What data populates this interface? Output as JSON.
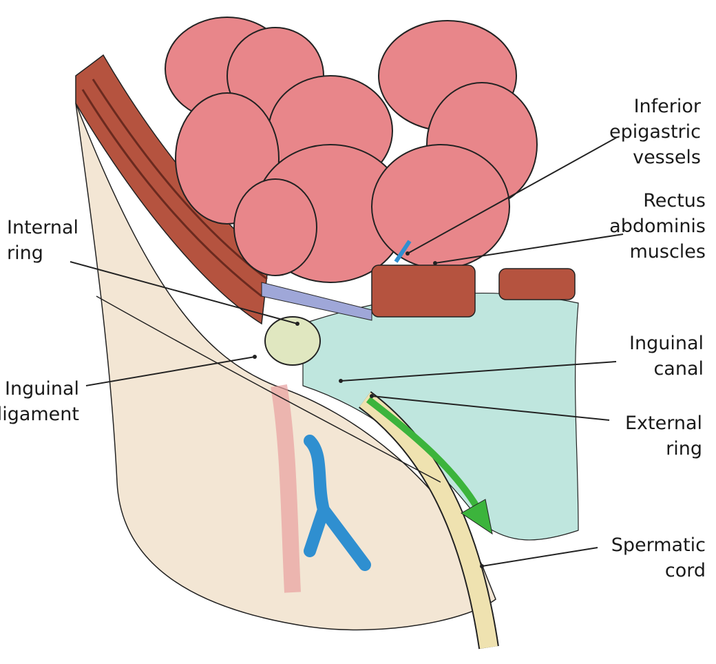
{
  "labels": {
    "inferior_epigastric": [
      "Inferior",
      "epigastric",
      "vessels"
    ],
    "rectus": [
      "Rectus",
      "abdominis",
      "muscles"
    ],
    "internal_ring": [
      "Internal",
      "ring"
    ],
    "inguinal_ligament": [
      "Inguinal",
      "ligament"
    ],
    "inguinal_canal": [
      "Inguinal",
      "canal"
    ],
    "external_ring": [
      "External",
      "ring"
    ],
    "spermatic_cord": [
      "Spermatic",
      "cord"
    ]
  },
  "colors": {
    "intestine": "#e8868a",
    "muscle": "#b5533f",
    "teal": "#bfe6de",
    "skin": "#f1e2cf",
    "vein": "#2f8fd0",
    "arrow": "#3cb43c",
    "cord": "#efe2b0"
  }
}
